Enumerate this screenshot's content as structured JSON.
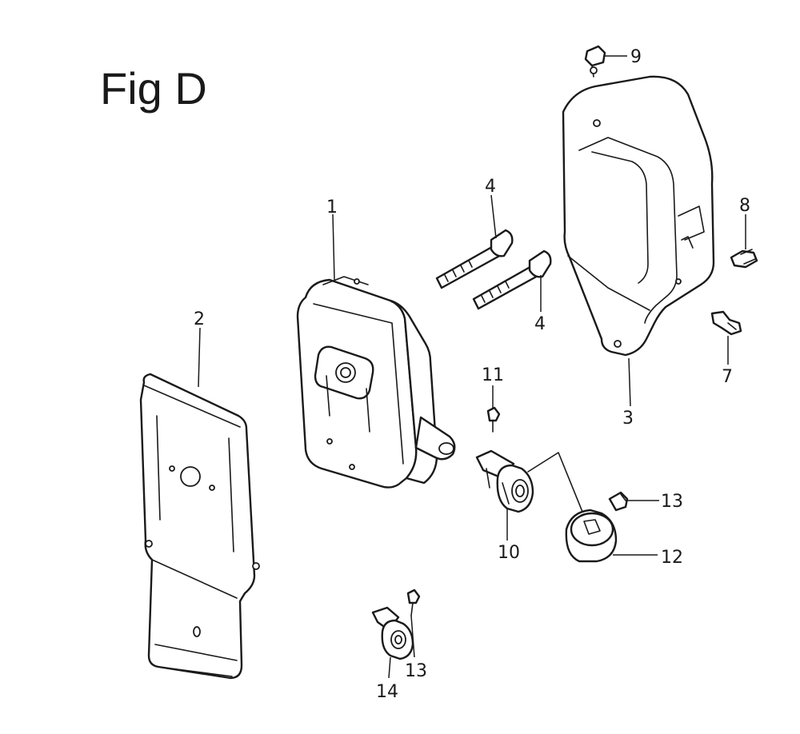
{
  "figure": {
    "title": "Fig D"
  },
  "callouts": {
    "c1": "1",
    "c2": "2",
    "c3": "3",
    "c4a": "4",
    "c4b": "4",
    "c7": "7",
    "c8": "8",
    "c9": "9",
    "c10": "10",
    "c11": "11",
    "c12": "12",
    "c13a": "13",
    "c13b": "13",
    "c14": "14"
  }
}
